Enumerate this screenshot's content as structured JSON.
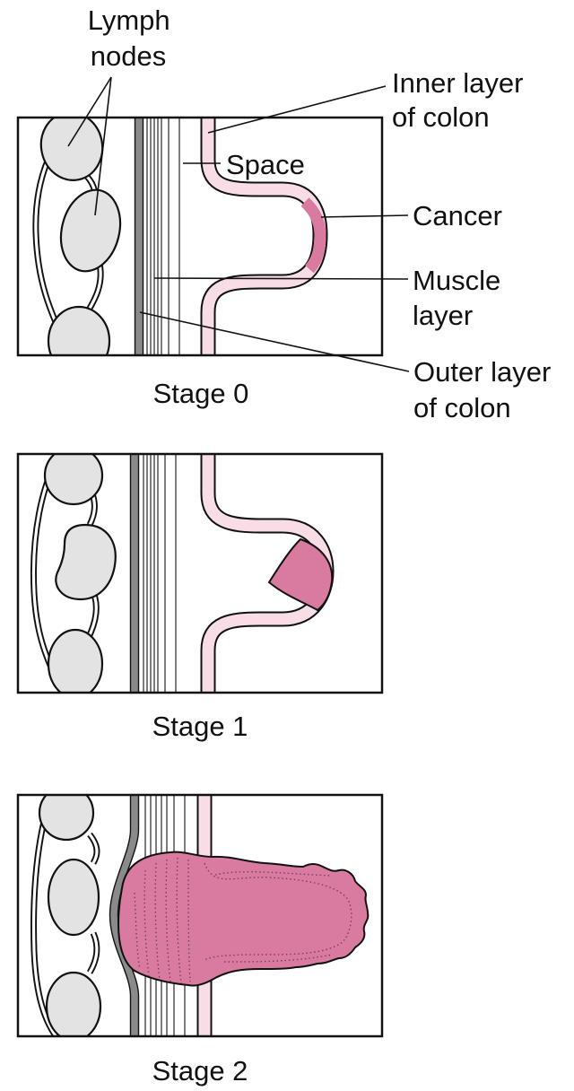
{
  "labels": {
    "lymph_nodes": [
      "Lymph",
      "nodes"
    ],
    "inner_layer": [
      "Inner layer",
      "of colon"
    ],
    "space": "Space",
    "cancer": "Cancer",
    "muscle_layer": [
      "Muscle",
      "layer"
    ],
    "outer_layer": [
      "Outer layer",
      "of colon"
    ]
  },
  "panels": [
    {
      "stage": "Stage 0"
    },
    {
      "stage": "Stage 1"
    },
    {
      "stage": "Stage 2"
    }
  ],
  "colors": {
    "cancer": "#d97ba0",
    "inner_layer": "#f8dde6",
    "outer_layer": "#8a8a8a",
    "lymph_node": "#e3e3e3"
  }
}
